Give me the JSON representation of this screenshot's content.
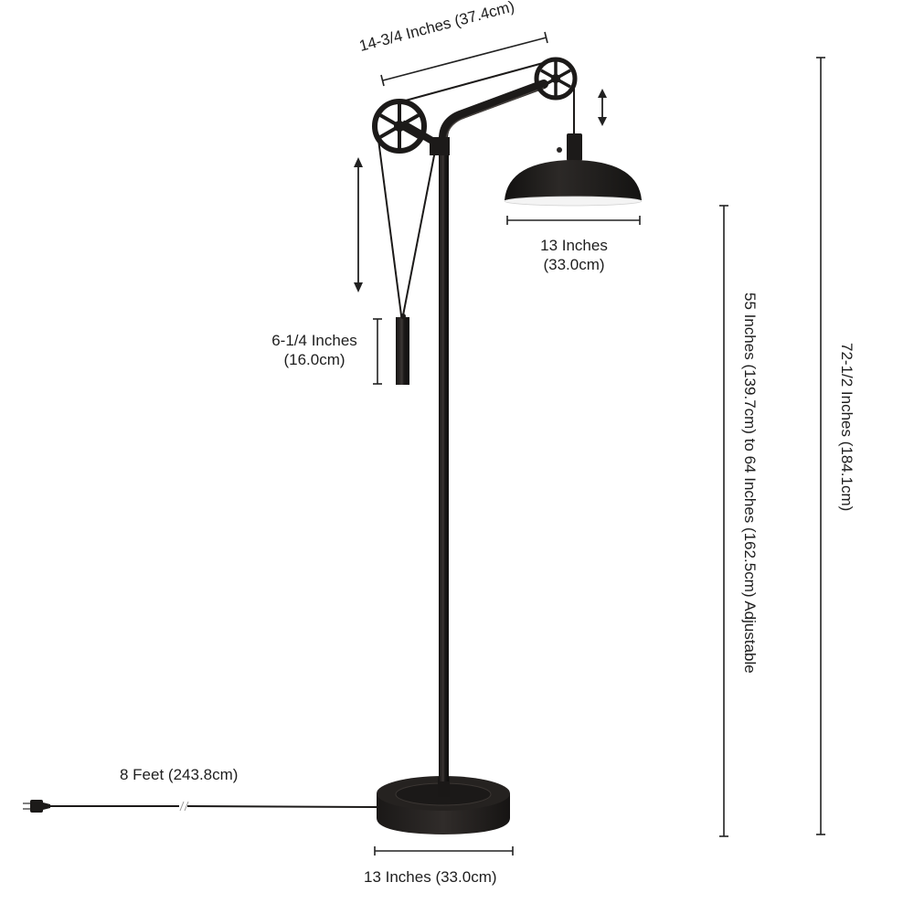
{
  "diagram": {
    "subject": "floor lamp with pulley arm and dome shade",
    "colors": {
      "lamp_body": "#1f1d1c",
      "lamp_highlight": "#4a4542",
      "shade_inner": "#f4f4f4",
      "dimension_line": "#222222",
      "background": "#ffffff"
    }
  },
  "dimensions": {
    "arm_width": {
      "label": "14-3/4 Inches (37.4cm)"
    },
    "shade_width": {
      "line1": "13 Inches",
      "line2": "(33.0cm)"
    },
    "counterweight_height": {
      "line1": "6-1/4 Inches",
      "line2": "(16.0cm)"
    },
    "cord_length": {
      "label": "8 Feet (243.8cm)"
    },
    "base_width": {
      "label": "13 Inches (33.0cm)"
    },
    "adjustable_height": {
      "label": "55 Inches (139.7cm) to 64 Inches (162.5cm) Adjustable"
    },
    "total_height": {
      "label": "72-1/2 Inches (184.1cm)"
    }
  },
  "indicators": {
    "shade_adjust_arrow": "double-arrow-vertical",
    "counterweight_travel_arrow": "double-arrow-vertical"
  }
}
